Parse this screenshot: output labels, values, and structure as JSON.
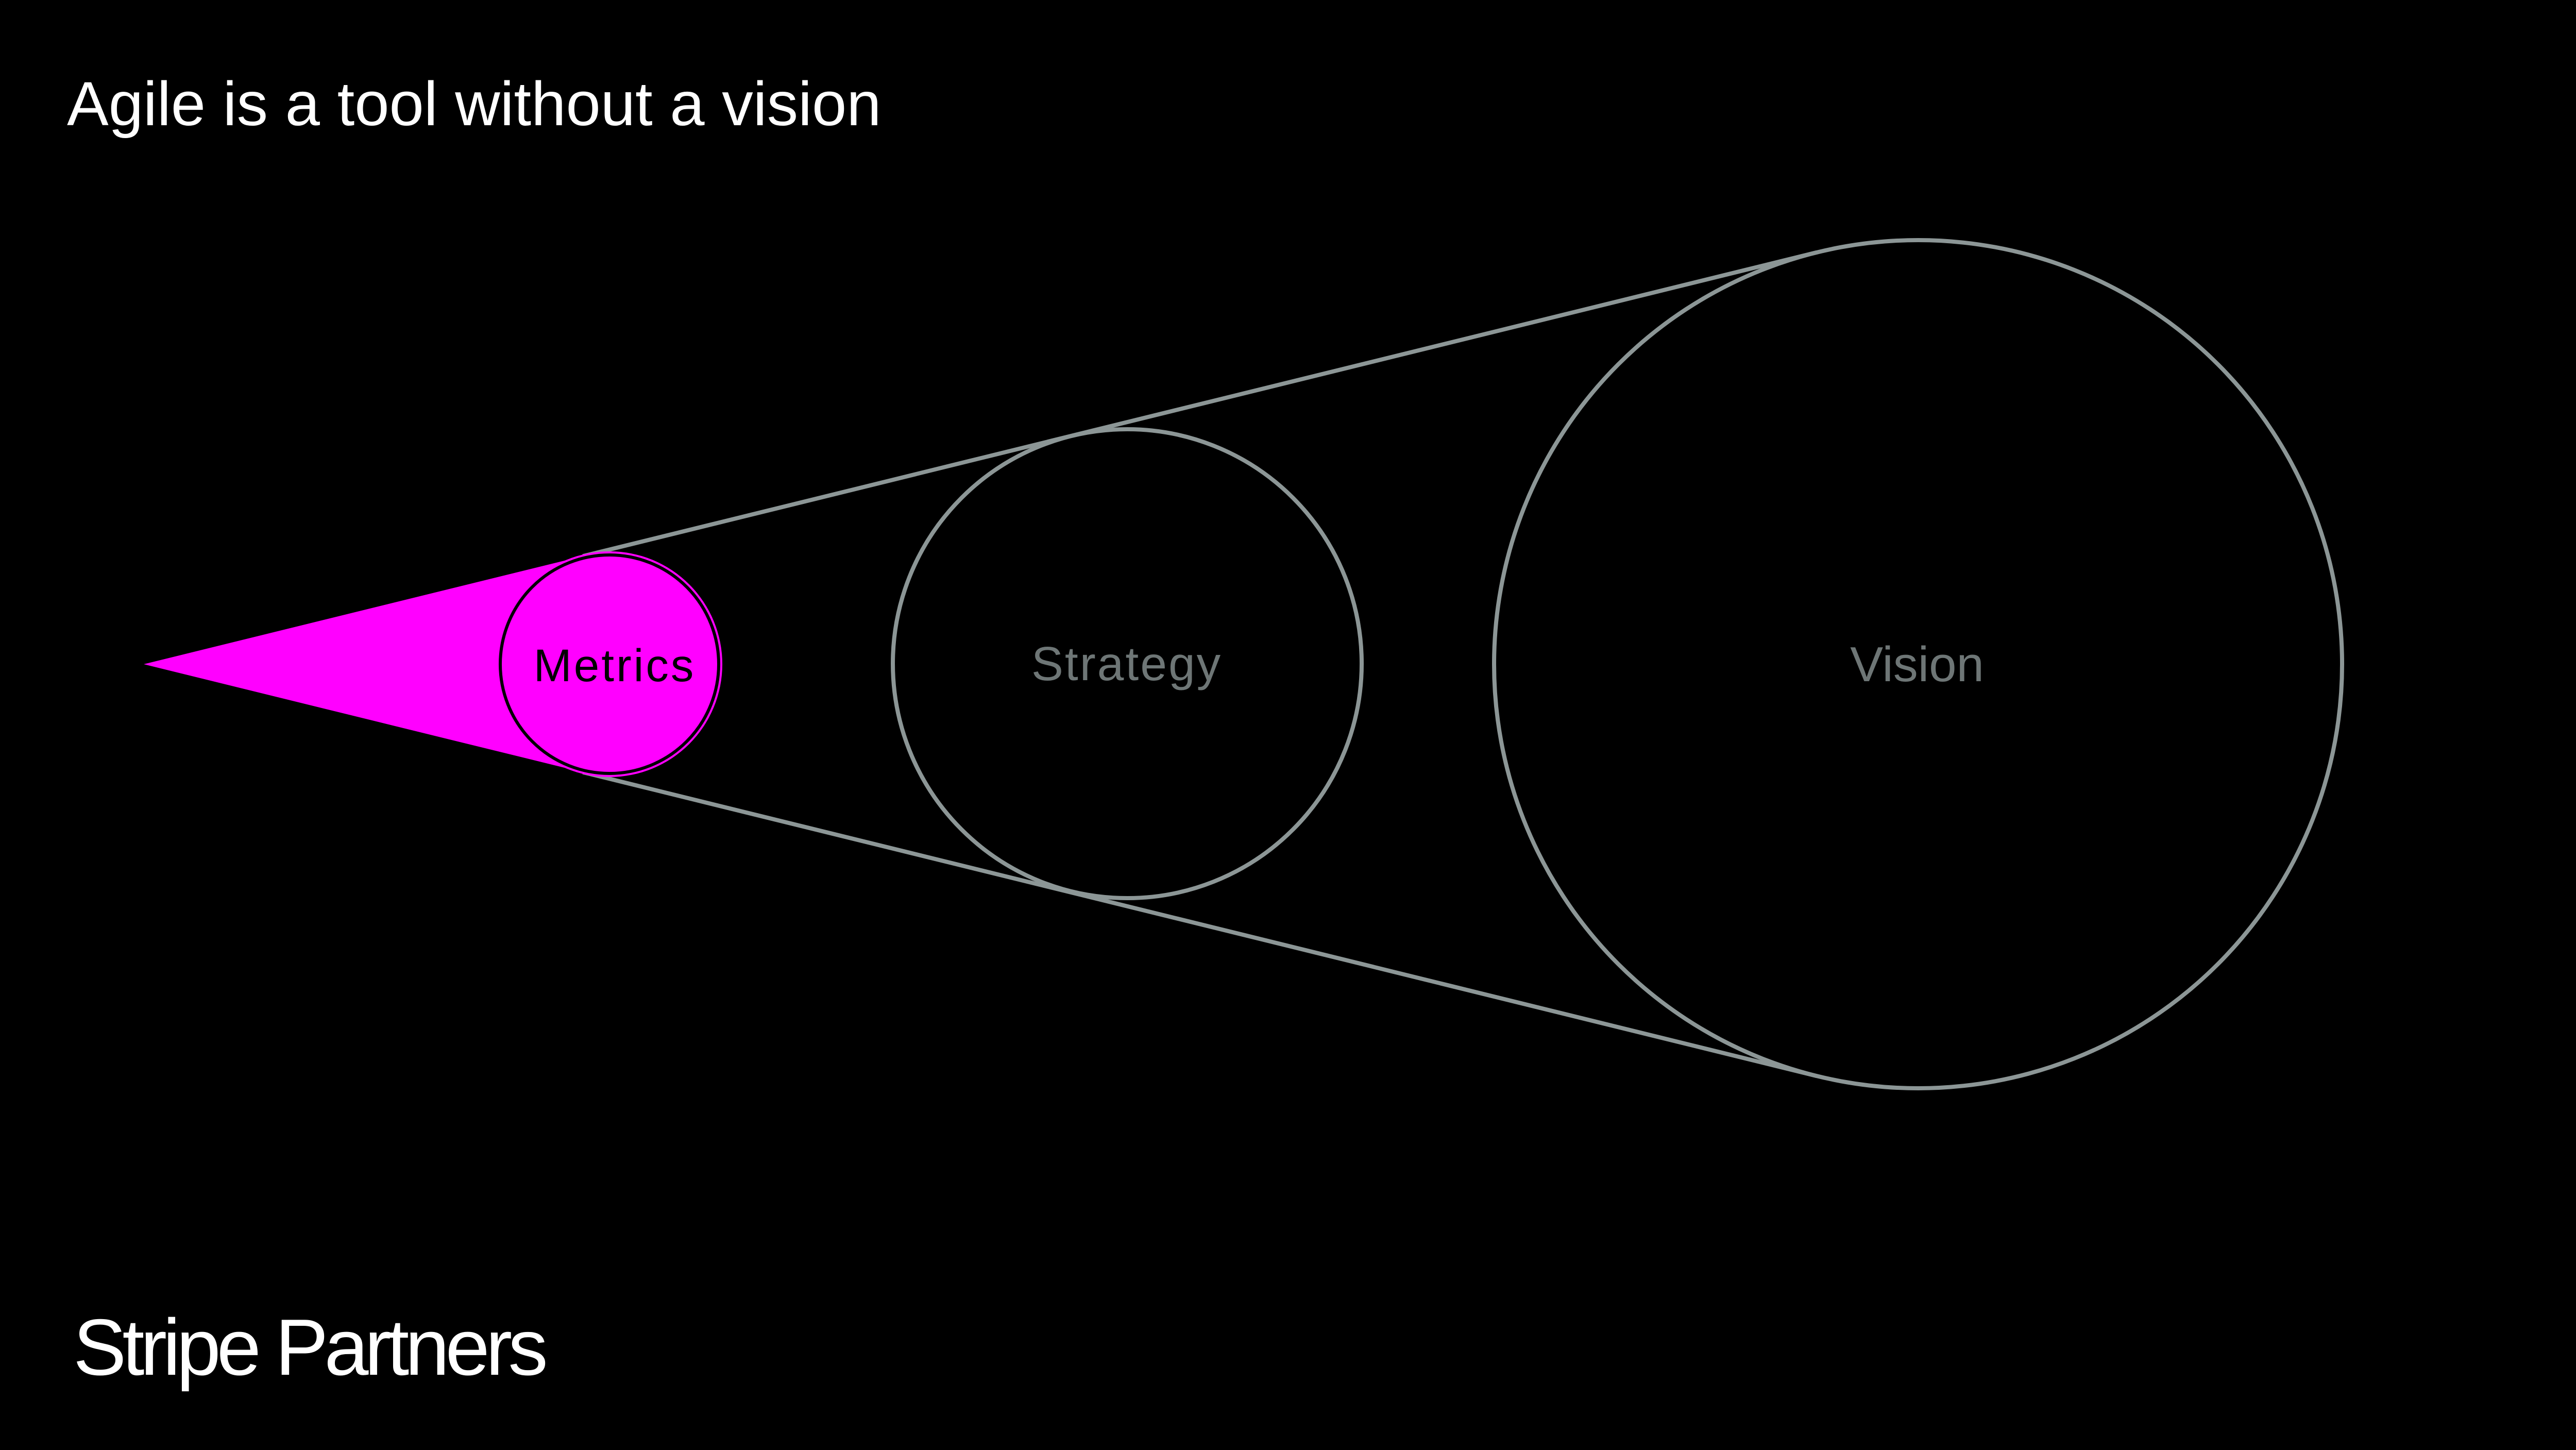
{
  "slide": {
    "title": "Agile is a tool without a vision",
    "footer_brand": "Stripe Partners"
  },
  "diagram": {
    "type": "cone-funnel",
    "stages": [
      {
        "label": "Metrics",
        "highlighted": true
      },
      {
        "label": "Strategy",
        "highlighted": false
      },
      {
        "label": "Vision",
        "highlighted": false
      }
    ]
  },
  "colors": {
    "background": "#000000",
    "magenta": "#FF00FF",
    "outline_grey": "#8C9696",
    "stage_label_grey": "#6E7676",
    "white": "#FFFFFF",
    "metrics_ring_black": "#000000",
    "metrics_label_black": "#000000"
  }
}
